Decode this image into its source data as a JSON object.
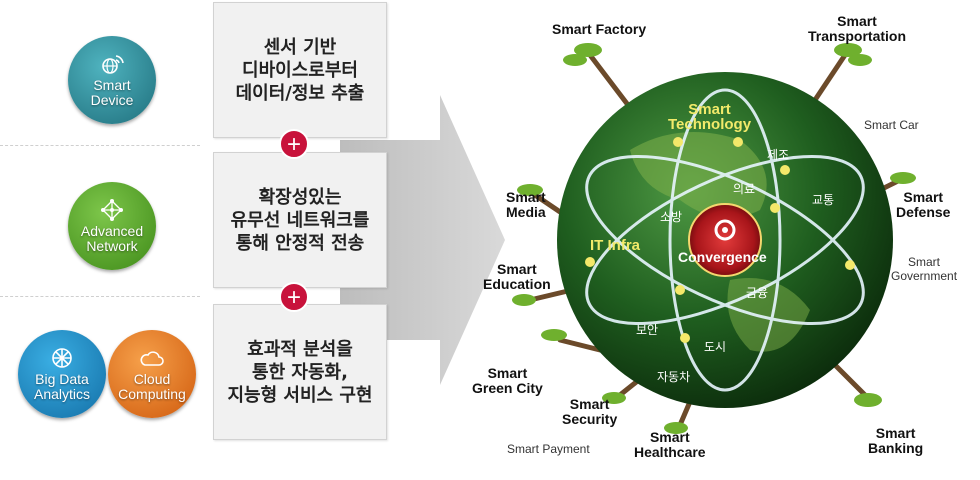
{
  "left_items": [
    {
      "label": "Smart\nDevice",
      "icon": "wifi-globe-icon",
      "color": "#2e8796"
    },
    {
      "label": "Advanced\nNetwork",
      "icon": "network-icon",
      "color": "#5aa628"
    },
    {
      "label": "Big Data\nAnalytics",
      "icon": "data-icon",
      "color": "#1c8ec9"
    },
    {
      "label": "Cloud\nComputing",
      "icon": "cloud-icon",
      "color": "#e8731d"
    }
  ],
  "steps": [
    "센서 기반\n디바이스로부터\n데이터/정보 추출",
    "확장성있는\n유무선 네트워크를\n통해 안정적 전송",
    "효과적 분석을\n통한 자동화,\n지능형 서비스 구현"
  ],
  "plus_symbol": "+",
  "globe": {
    "center": "Convergence",
    "smart_technology": "Smart\nTechnology",
    "it_infra": "IT Infra",
    "domains": {
      "manufacturing": "제조",
      "medical": "의료",
      "traffic": "교통",
      "public_order": "소방",
      "finance": "금융",
      "security": "보안",
      "city": "도시",
      "car": "자동차"
    }
  },
  "tree_labels": [
    "Smart Factory",
    "Smart\nTransportation",
    "Smart\nDefense",
    "Smart\nMedia",
    "Smart\nEducation",
    "Smart\nGreen City",
    "Smart\nSecurity",
    "Smart\nHealthcare",
    "Smart\nBanking"
  ],
  "plain_labels": [
    "Smart  Car",
    "Smart\nGovernment",
    "Smart  Payment"
  ]
}
